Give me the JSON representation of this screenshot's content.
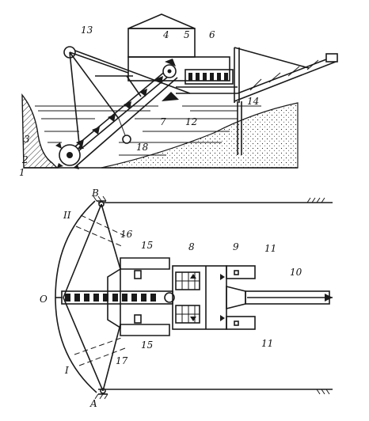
{
  "top_view": {
    "labels": {
      "l1": "1",
      "l2": "2",
      "l3": "3",
      "l4": "4",
      "l5": "5",
      "l6": "6",
      "l7": "7",
      "l12": "12",
      "l13": "13",
      "l14": "14",
      "l18": "18"
    }
  },
  "plan_view": {
    "labels": {
      "B": "B",
      "A": "A",
      "O": "O",
      "II": "II",
      "I": "I",
      "l8": "8",
      "l9": "9",
      "l10": "10",
      "l11a": "11",
      "l11b": "11",
      "l15a": "15",
      "l15b": "15",
      "l16": "16",
      "l17": "17"
    }
  }
}
